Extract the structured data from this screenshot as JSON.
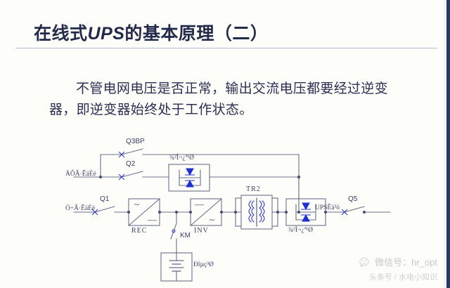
{
  "slide": {
    "title_prefix": "在线式",
    "title_italic": "UPS",
    "title_suffix": "的基本原理（二）",
    "title_full": "在线式UPS的基本原理（二）",
    "body": "不管电网电压是否正常，输出交流电压都要经过逆变器，即逆变器始终处于工作状态。"
  },
  "diagram": {
    "labels": {
      "q3bp": "Q3BP",
      "q2": "Q2",
      "q1": "Q1",
      "q5": "Q5",
      "km": "KM",
      "rec": "REC",
      "inv": "INV",
      "tr2": "TR2",
      "bypass_input": "ÅÔÂ·ÊäÈë",
      "main_input": "Ö÷Â·ÊäÈë",
      "static_switch_top": "¾²Ì¬¿ª¹Ø",
      "static_switch_bottom": "¾²Ì¬¿ª¹Ø",
      "ups_output": "UPSÊä³ö",
      "battery": "Ðîµç³Ø",
      "rectifier_sym_ac": "~",
      "rectifier_sym_dc": "—",
      "inverter_sym_dc": "—",
      "inverter_sym_ac": "~"
    }
  },
  "watermark": {
    "line1": "微信号：hr_opt",
    "line2": "头条号 / 水电小知识"
  },
  "colors": {
    "title": "#242a4a",
    "body": "#2a2f52",
    "wire": "#6b6f8a",
    "component": "#4a4f75",
    "thyristor": "#1f2fd0",
    "border": "#2b3a60"
  }
}
